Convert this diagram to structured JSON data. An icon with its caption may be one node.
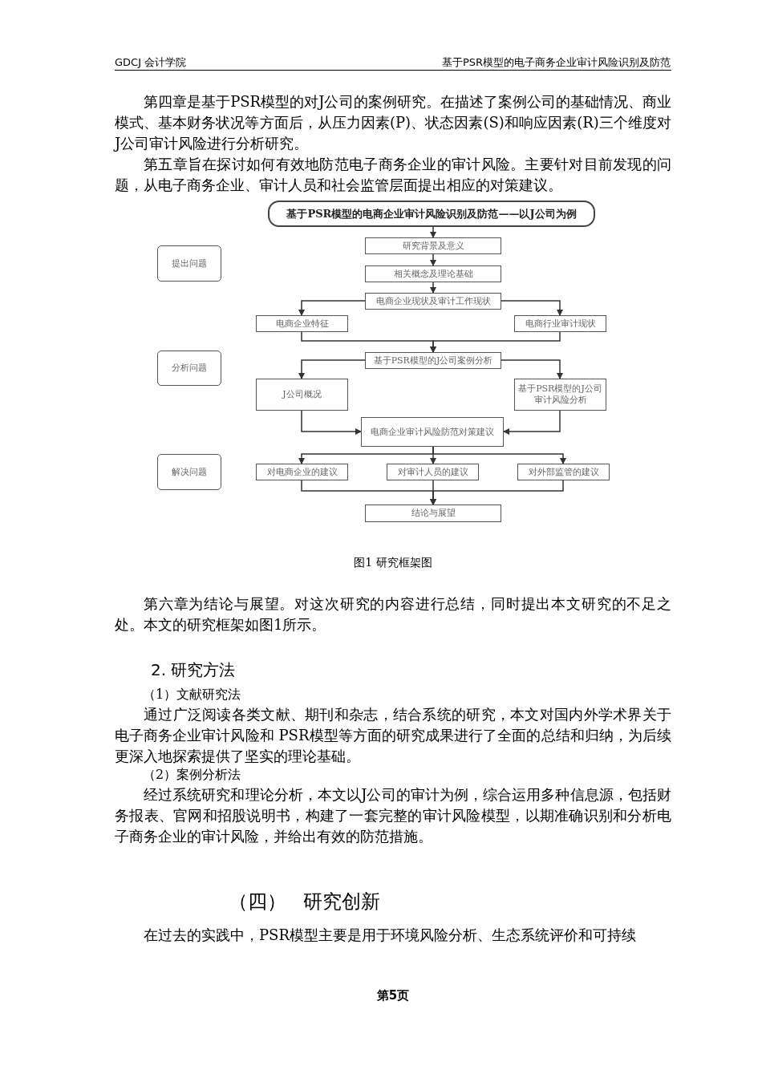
{
  "diagram": {
    "caption": "图1  研究框架图",
    "nodes": [
      {
        "text": [
          "基于PSR模型的电商企业审计风险识别及防范——以J公司为例"
        ]
      },
      {
        "text": [
          "研究背景及意义"
        ]
      },
      {
        "text": [
          "相关概念及理论基础"
        ]
      },
      {
        "text": [
          "电商企业现状及审计工作现状"
        ]
      },
      {
        "text": [
          "电商企业特征"
        ]
      },
      {
        "text": [
          "电商行业审计现状"
        ]
      },
      {
        "text": [
          "基于PSR模型的J公司案例分析"
        ]
      },
      {
        "text": [
          "J公司概况"
        ]
      },
      {
        "text": [
          "基于PSR模型的J公司审计风险分析"
        ]
      },
      {
        "text": [
          "电商企业审计风险防范对策建议"
        ]
      },
      {
        "text": [
          "对电商企业的建议"
        ]
      },
      {
        "text": [
          "对审计人员的建议"
        ]
      },
      {
        "text": [
          "对外部监管的建议"
        ]
      },
      {
        "text": [
          "结论与展望"
        ]
      },
      {
        "text": [
          "提出问题"
        ]
      },
      {
        "text": [
          "分析问题"
        ]
      },
      {
        "text": [
          "解决问题"
        ]
      }
    ],
    "edges": [
      {
        "from": 0,
        "to": 1,
        "arrow": "to"
      },
      {
        "from": 1,
        "to": 2,
        "arrow": "to"
      },
      {
        "from": 2,
        "to": 3,
        "arrow": "to"
      },
      {
        "from": 3,
        "to": 4,
        "arrow": "to"
      },
      {
        "from": 3,
        "to": 5,
        "arrow": "to"
      },
      {
        "from": 4,
        "to": 6,
        "arrow": "to"
      },
      {
        "from": 5,
        "to": 6,
        "arrow": "to"
      },
      {
        "from": 6,
        "to": 7,
        "arrow": "to"
      },
      {
        "from": 6,
        "to": 8,
        "arrow": "to"
      },
      {
        "from": 7,
        "to": 9,
        "arrow": "to"
      },
      {
        "from": 8,
        "to": 9,
        "arrow": "to"
      },
      {
        "from": 9,
        "to": 10,
        "arrow": "to"
      },
      {
        "from": 9,
        "to": 11,
        "arrow": "to"
      },
      {
        "from": 9,
        "to": 12,
        "arrow": "to"
      },
      {
        "from": 10,
        "to": 13,
        "arrow": "to"
      },
      {
        "from": 11,
        "to": 13,
        "arrow": "to"
      },
      {
        "from": 12,
        "to": 13,
        "arrow": "to"
      }
    ],
    "labels": [
      "GDCJ 会计学院",
      "基于PSR模型的电子商务企业审计风险识别及防范",
      "第四章是基于PSR模型的对J公司的案例研究。在描述了案例公司的基础情况、商业模式、基本财务状况等方面后，从压力因素(P)、状态因素(S)和响应因素(R)三个维度对J公司审计风险进行分析研究。",
      "第五章旨在探讨如何有效地防范电子商务企业的审计风险。主要针对目前发现的问题，从电子商务企业、审计人员和社会监管层面提出相应的对策建议。",
      "第六章为结论与展望。对这次研究的内容进行总结，同时提出本文研究的不足之处。本文的研究框架如图1所示。",
      "2. 研究方法",
      "（1）文献研究法",
      "通过广泛阅读各类文献、期刊和杂志，结合系统的研究，本文对国内外学术界关于电子商务企业审计风险和 PSR模型等方面的研究成果进行了全面的总结和归纳，为后续更深入地探索提供了坚实的理论基础。",
      "（2）案例分析法",
      "经过系统研究和理论分析，本文以J公司的审计为例，综合运用多种信息源，包括财务报表、官网和招股说明书，构建了一套完整的审计风险模型，以期准确识别和分析电子商务企业的审计风险，并给出有效的防范措施。",
      "（四）",
      "研究创新",
      "在过去的实践中，PSR模型主要是用于环境风险分析、生态系统评价和可持续",
      "第5页"
    ]
  }
}
